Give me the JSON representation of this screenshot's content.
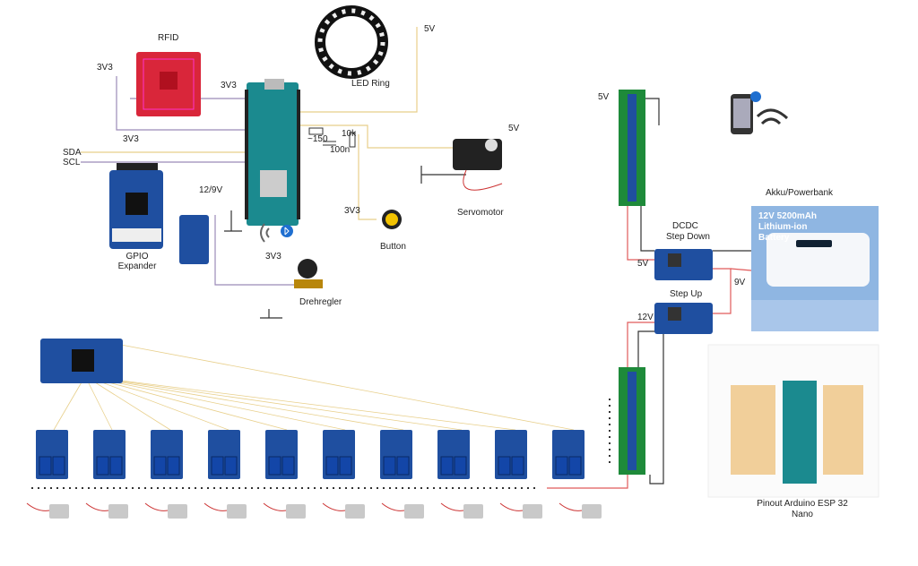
{
  "labels": {
    "rfid": "RFID",
    "rfid_3v3_left": "3V3",
    "rfid_3v3_right": "3V3",
    "led_ring": "LED Ring",
    "led_5v": "5V",
    "resistor_150": "~150",
    "resistor_10k": "10k",
    "capacitor_100n": "100n",
    "sda": "SDA",
    "scl": "SCL",
    "gpio_3v3": "3V3",
    "gpio_expander": "GPIO\nExpander",
    "supply_12_9v": "12/9V",
    "servomotor": "Servomotor",
    "servo_5v": "5V",
    "button_3v3": "3V3",
    "button": "Button",
    "pot_3v3": "3V3",
    "drehregler": "Drehregler",
    "rail_5v": "5V",
    "akku": "Akku/Powerbank",
    "dcdc": "DCDC",
    "step_down": "Step Down",
    "step_down_5v": "5V",
    "step_up": "Step Up",
    "step_up_9v": "9V",
    "step_up_12v": "12V",
    "pinout_title": "Pinout Arduino ESP 32\nNano",
    "battery_text": "12V 5200mAh\nLithium-ion\nBattery"
  },
  "colors": {
    "wire_yellow": "#e8cf8a",
    "wire_red": "#e05a5a",
    "wire_black": "#333333",
    "wire_purple": "#9b8bb8",
    "pcb_blue": "#1f4fa0",
    "pcb_green": "#1e8a3a",
    "pcb_red": "#d9263a",
    "arduino_teal": "#1b8a8f",
    "battery_bg": "#8fb6e2"
  },
  "relay_count": 10,
  "solenoid_count": 10
}
